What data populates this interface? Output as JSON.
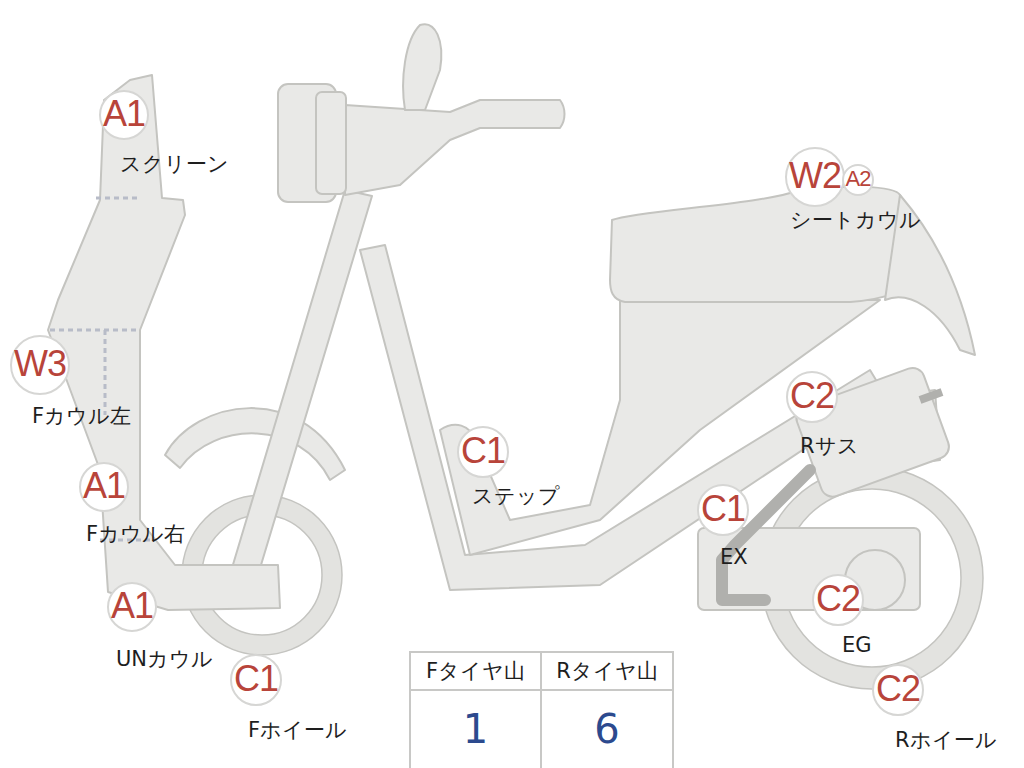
{
  "diagram": {
    "nodes": [
      {
        "text": [
          "A1",
          "スクリーン"
        ]
      },
      {
        "text": [
          "W3",
          "Fカウル左"
        ]
      },
      {
        "text": [
          "A1",
          "Fカウル右"
        ]
      },
      {
        "text": [
          "A1",
          "UNカウル"
        ]
      },
      {
        "text": [
          "C1",
          "Fホイール"
        ]
      },
      {
        "text": [
          "C1",
          "ステップ"
        ]
      },
      {
        "text": [
          "W2",
          "シートカウル"
        ]
      },
      {
        "text": [
          "A2"
        ]
      },
      {
        "text": [
          "C2",
          "Rサス"
        ]
      },
      {
        "text": [
          "C1",
          "EX"
        ]
      },
      {
        "text": [
          "C2",
          "EG"
        ]
      },
      {
        "text": [
          "C2",
          "Rホイール"
        ]
      }
    ],
    "edges": [],
    "labels": [
      "Fタイヤ山",
      "Rタイヤ山",
      "1",
      "6"
    ]
  }
}
